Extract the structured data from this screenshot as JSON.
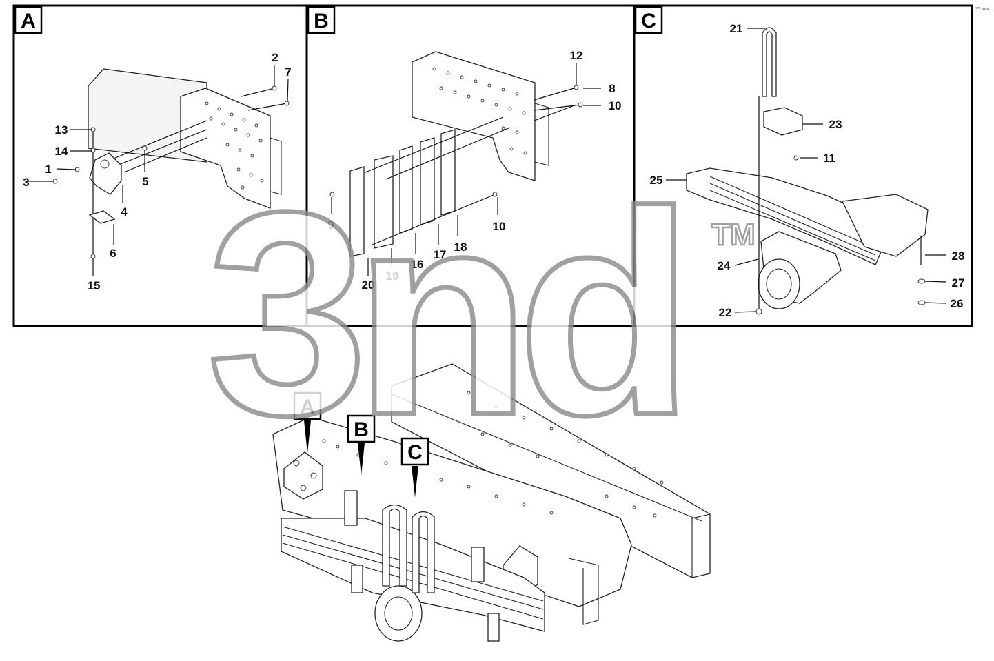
{
  "panels": [
    {
      "letter": "A"
    },
    {
      "letter": "B"
    },
    {
      "letter": "C"
    }
  ],
  "main_assembly": {
    "markers": [
      {
        "letter": "A"
      },
      {
        "letter": "B"
      },
      {
        "letter": "C"
      }
    ]
  },
  "callouts": {
    "panel_a": [
      "1",
      "2",
      "3",
      "4",
      "5",
      "6",
      "7",
      "13",
      "14",
      "15"
    ],
    "panel_b": [
      "8",
      "9",
      "10",
      "10",
      "12",
      "16",
      "17",
      "18",
      "19",
      "20"
    ],
    "panel_c": [
      "11",
      "21",
      "22",
      "23",
      "24",
      "25",
      "26",
      "27",
      "28"
    ]
  },
  "watermark": {
    "text": "3nd",
    "tm": "TM"
  },
  "corner_mark": "°° ∞∞"
}
